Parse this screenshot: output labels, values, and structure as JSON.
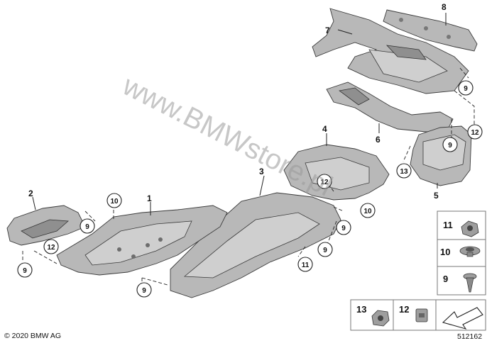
{
  "copyright": "© 2020 BMW AG",
  "diagram_id": "512162",
  "watermark": "www.BMWstore.pl",
  "parts": {
    "p1": "1",
    "p2": "2",
    "p3": "3",
    "p4": "4",
    "p5": "5",
    "p6": "6",
    "p7": "7",
    "p8": "8"
  },
  "callouts": {
    "c9a": "9",
    "c9b": "9",
    "c9c": "9",
    "c9d": "9",
    "c9e": "9",
    "c9f": "9",
    "c9g": "9",
    "c10a": "10",
    "c10b": "10",
    "c11a": "11",
    "c12a": "12",
    "c12b": "12",
    "c12c": "12",
    "c13a": "13"
  },
  "legend": {
    "l11": "11",
    "l10": "10",
    "l9": "9",
    "l13": "13",
    "l12": "12"
  }
}
